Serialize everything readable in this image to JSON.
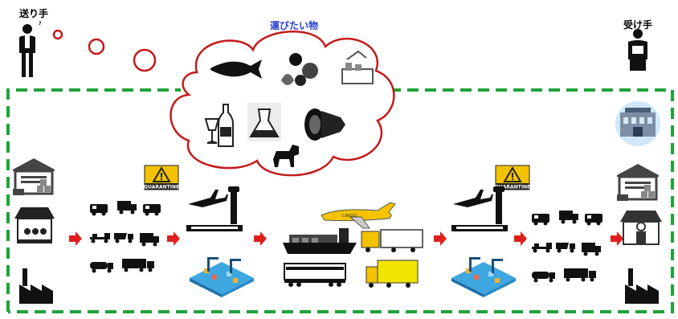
{
  "sender": {
    "label": "送り手",
    "thought": "?"
  },
  "receiver": {
    "label": "受け手"
  },
  "cargo": {
    "title": "運びたい物",
    "items": [
      "fish-icon",
      "vegetables-icon",
      "factory-goods-icon",
      "wine-bottle-icon",
      "flask-icon",
      "jet-engine-icon",
      "dog-icon"
    ]
  },
  "quarantine": {
    "left": "QUARANTINE",
    "right": "QUARANTINE"
  },
  "plane_text": "CARGO",
  "colors": {
    "dashed_border": "#1fa33a",
    "cloud": "#c41a1a",
    "arrow": "#e01e1e",
    "title": "#2a3fd1"
  }
}
